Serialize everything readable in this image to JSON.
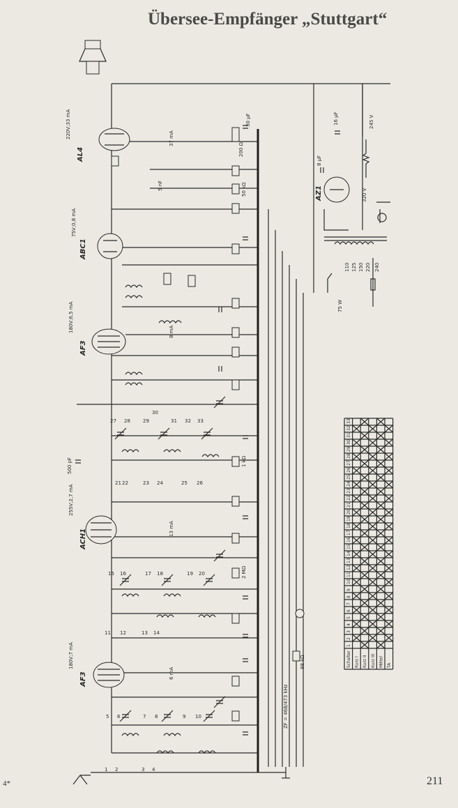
{
  "title": "Übersee-Empfänger „Stuttgart“",
  "page_number": "211",
  "page_marker": "4*",
  "tubes": [
    {
      "name": "AL4",
      "supply": "220V;33 mA"
    },
    {
      "name": "ABC1",
      "supply": "75V;0,8 mA"
    },
    {
      "name": "AF3",
      "supply": "180V;6,5 mA"
    },
    {
      "name": "ACH1",
      "supply": "255V;2,7 mA"
    },
    {
      "name": "AF3",
      "supply": "180V;7 mA"
    },
    {
      "name": "AZ1",
      "supply": ""
    }
  ],
  "labels": {
    "zf": "ZF = 468/473 kHz",
    "psu_voltage": "245 V",
    "psu_high": "320 V",
    "mains": [
      "110",
      "125",
      "150",
      "220",
      "240"
    ],
    "power": "75 W",
    "r_88k": "88 kΩ",
    "c_500pf": "500 pF",
    "c_8uf": "8 μF",
    "c_16uf": "16 μF",
    "c_30uf": "30 μF",
    "r_200": "200 Ω",
    "r_50k": "50 kΩ",
    "r_1k": "1 kΩ",
    "r_2m": "2 MΩ",
    "c_5nf": "5 nF",
    "current_37": "37 mA",
    "current_8": "8 mA",
    "current_13": "13 mA",
    "current_6": "6 mA",
    "contacts_top": [
      "27",
      "28",
      "29",
      "30",
      "31",
      "32",
      "33"
    ],
    "contacts_mid": [
      "21",
      "22",
      "23",
      "24",
      "25",
      "26"
    ],
    "contacts_ach": [
      "15",
      "16",
      "17",
      "18",
      "19",
      "20"
    ],
    "contacts_low": [
      "11",
      "12",
      "13",
      "14"
    ],
    "contacts_bot": [
      "5",
      "6",
      "7",
      "8",
      "9",
      "10"
    ],
    "contacts_in": [
      "1",
      "2",
      "3",
      "4"
    ]
  },
  "switch_table": {
    "header": [
      "Schalter",
      "1",
      "2",
      "3",
      "4",
      "5",
      "6",
      "7",
      "8",
      "9",
      "10",
      "11",
      "12",
      "13",
      "14",
      "15",
      "16",
      "17",
      "18",
      "19",
      "20",
      "21",
      "22",
      "23",
      "24",
      "25",
      "26",
      "27",
      "28",
      "29",
      "30",
      "31",
      "32",
      "33"
    ],
    "rows": [
      "Kurz I",
      "Kurz II",
      "Kurz III",
      "Mittel",
      "TA"
    ]
  }
}
